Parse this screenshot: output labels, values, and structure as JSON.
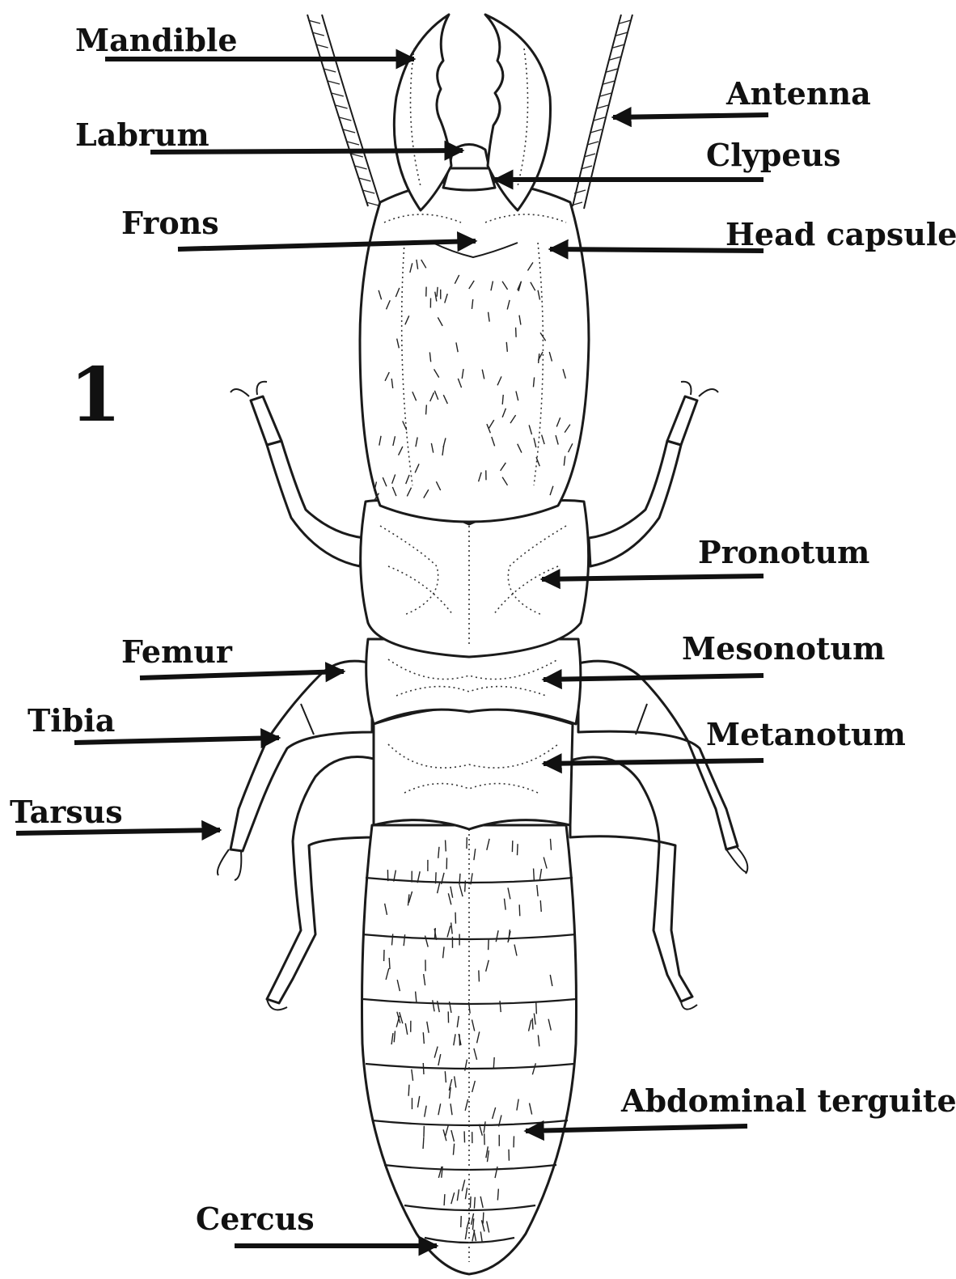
{
  "figure_number": "1",
  "labels": {
    "mandible": "Mandible",
    "labrum": "Labrum",
    "frons": "Frons",
    "antenna": "Antenna",
    "clypeus": "Clypeus",
    "head_capsule": "Head capsule",
    "pronotum": "Pronotum",
    "mesonotum": "Mesonotum",
    "metanotum": "Metanotum",
    "femur": "Femur",
    "tibia": "Tibia",
    "tarsus": "Tarsus",
    "abdominal_terguite": "Abdominal terguite",
    "cercus": "Cercus"
  }
}
